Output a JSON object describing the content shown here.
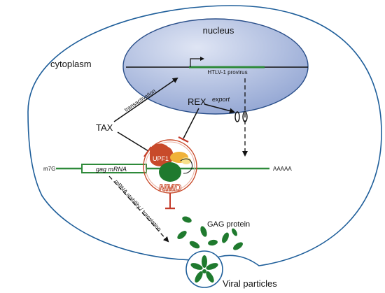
{
  "labels": {
    "nucleus": "nucleus",
    "cytoplasm": "cytoplasm",
    "provirus": "HTLV-1 provirus",
    "transactivation": "transactivation",
    "rex": "REX",
    "export": "export",
    "tax": "TAX",
    "upf1": "UPF1",
    "nmd": "NMD",
    "m7g": "m7G",
    "gag_mrna": "gag mRNA",
    "polya": "AAAAA",
    "mrna_stability": "mRNA stability / translation",
    "gag_protein": "GAG protein",
    "viral_particles": "Viral particles"
  },
  "colors": {
    "cell_outline": "#1e5e9a",
    "nucleus_fill": "#9fb1d9",
    "nucleus_stroke": "#2a4f8a",
    "mrna_green": "#2e8a3a",
    "dark_green": "#1f7a2e",
    "upf1_red": "#c84a2a",
    "nmd_pink": "#e07474",
    "inhibit_red": "#c43a2a",
    "orange": "#f0b23a"
  }
}
